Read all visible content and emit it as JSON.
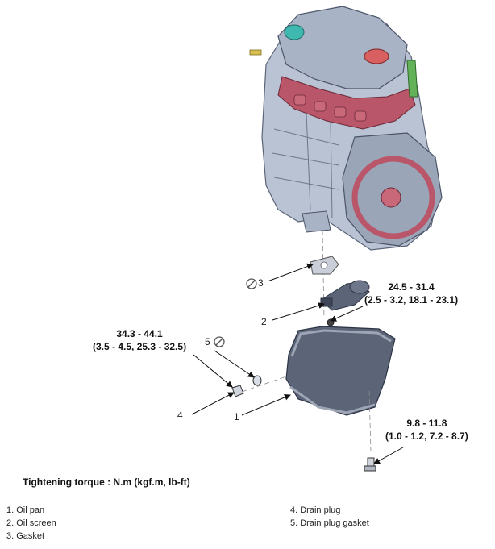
{
  "callouts": {
    "c1": "1",
    "c2": "2",
    "c3": "3",
    "c4": "4",
    "c5": "5"
  },
  "torques": {
    "oil_screen": {
      "line1": "24.5 - 31.4",
      "line2": "(2.5 - 3.2, 18.1 - 23.1)"
    },
    "drain_plug": {
      "line1": "34.3 - 44.1",
      "line2": "(3.5 - 4.5, 25.3 - 32.5)"
    },
    "oil_pan": {
      "line1": "9.8 - 11.8",
      "line2": "(1.0 - 1.2, 7.2 - 8.7)"
    }
  },
  "caption": "Tightening torque : N.m (kgf.m, lb-ft)",
  "legend_left": [
    "1. Oil pan",
    "2. Oil screen",
    "3. Gasket"
  ],
  "legend_right": [
    "4. Drain plug",
    "5. Drain plug gasket"
  ],
  "colors": {
    "engine_block": "#b9c3d4",
    "engine_shadow": "#8d98ab",
    "head_red": "#b9566a",
    "cap_teal": "#3fb8b0",
    "cap_red": "#d86060",
    "bracket_green": "#63b25a",
    "oil_pan": "#5c6478",
    "oil_pan_flange": "#9ea6b6"
  }
}
